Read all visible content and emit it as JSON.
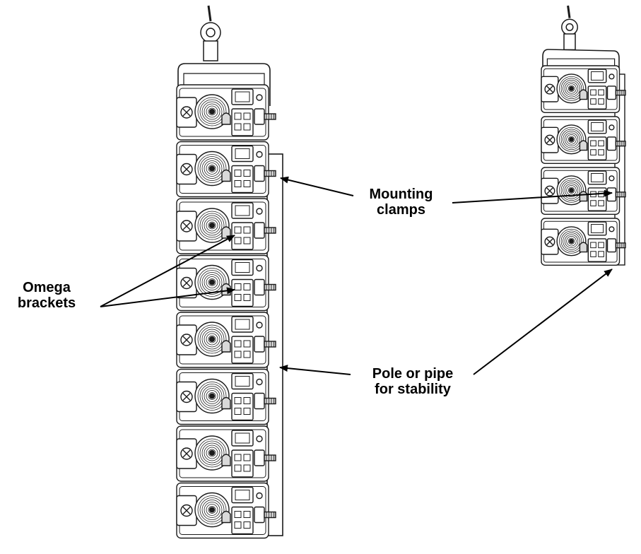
{
  "labels": {
    "mounting_clamps": {
      "line1": "Mounting",
      "line2": "clamps"
    },
    "omega_brackets": {
      "line1": "Omega",
      "line2": "brackets"
    },
    "pole_or_pipe": {
      "line1": "Pole or pipe",
      "line2": "for stability"
    }
  },
  "fixtures": {
    "left_stack_units": 8,
    "right_stack_units": 4
  },
  "colors": {
    "line": "#1a1a1a",
    "fill": "#ffffff",
    "shade": "#d9d9d9"
  }
}
